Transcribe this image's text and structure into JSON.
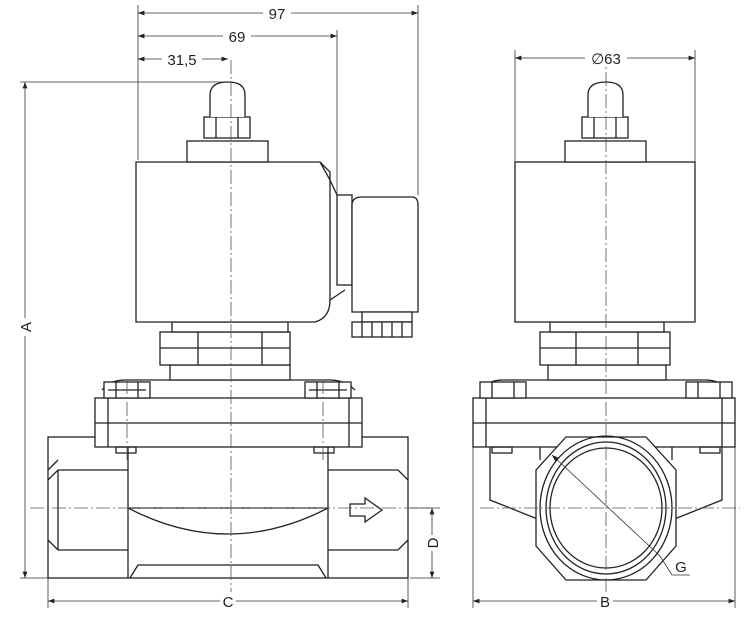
{
  "dimensions": {
    "overall_width_connector": "97",
    "width_to_connector": "69",
    "coil_half_width": "31,5",
    "coil_diameter": "∅63",
    "height": "A",
    "length": "C",
    "width": "B",
    "port_offset": "D",
    "thread": "G"
  },
  "flow_direction_icon": "arrow-right-icon",
  "line_color": "#222222"
}
